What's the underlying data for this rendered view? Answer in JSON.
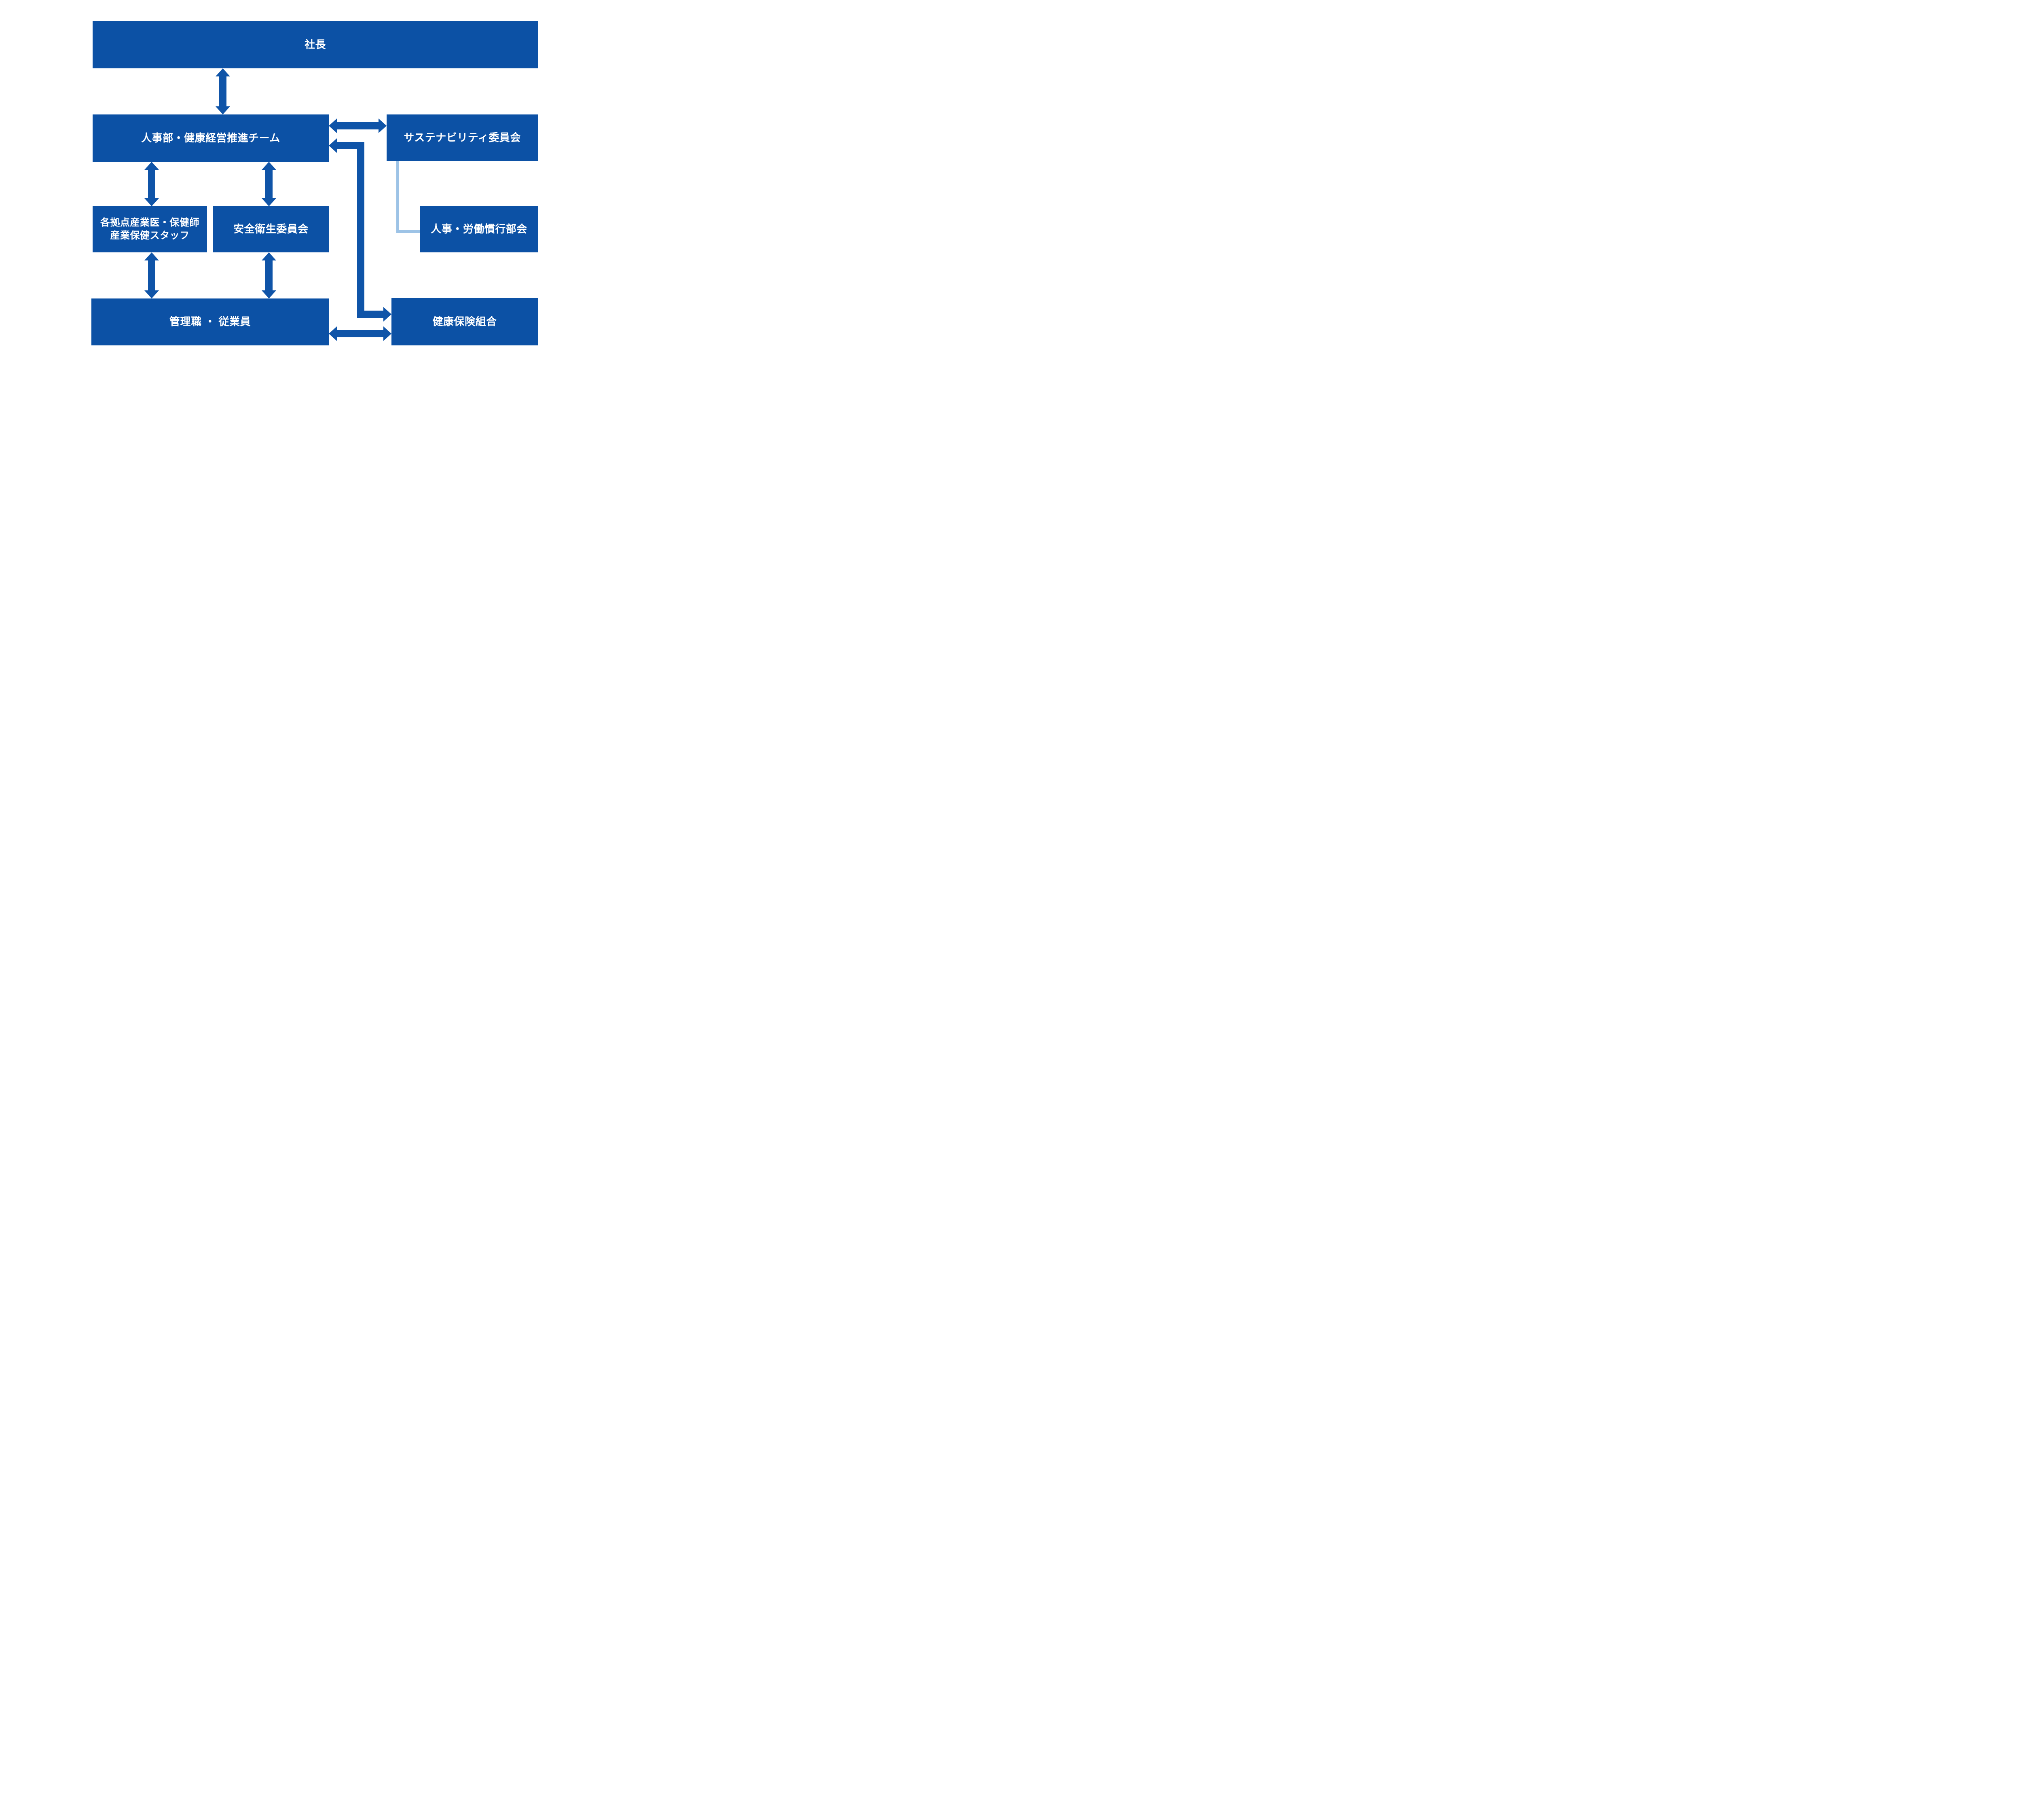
{
  "diagram": {
    "type": "organizational-chart",
    "boxes": {
      "president": "社長",
      "hr_team": "人事部・健康経営推進チーム",
      "sustainability": "サステナビリティ委員会",
      "occupational_health": "各拠点産業医・保健師\n産業保健スタッフ",
      "safety_committee": "安全衛生委員会",
      "labor_subcommittee": "人事・労働慣行部会",
      "employees": "管理職 ・ 従業員",
      "health_insurance": "健康保険組合"
    },
    "connections": [
      "president <-> hr_team",
      "hr_team <-> sustainability",
      "hr_team <-> occupational_health",
      "hr_team <-> safety_committee",
      "occupational_health <-> employees",
      "safety_committee <-> employees",
      "employees <-> health_insurance",
      "health_insurance -> hr_team",
      "sustainability - labor_subcommittee"
    ]
  },
  "colors": {
    "box_blue": "#0c51a5",
    "arrow_blue": "#0f54a8",
    "light_blue": "#9dc3e6",
    "background": "#ffffff",
    "label_white": "#ffffff"
  }
}
